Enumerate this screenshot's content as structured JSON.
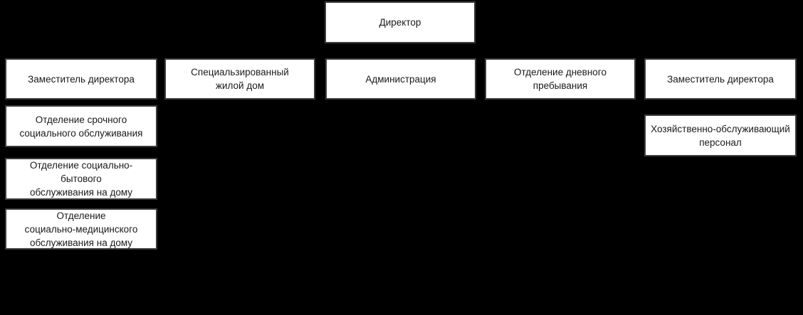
{
  "diagram": {
    "type": "org-chart",
    "colors": {
      "background": "#000000",
      "box_fill": "#ffffff",
      "box_border": "#3d3d3d",
      "text": "#1a1a1a"
    },
    "nodes": {
      "director": {
        "label": "Директор"
      },
      "deputy_left": {
        "label": "Заместитель директора"
      },
      "specialized_house": {
        "label": "Специальзированный\nжилой дом"
      },
      "administration": {
        "label": "Администрация"
      },
      "day_stay": {
        "label": "Отделение дневного\nпребывания"
      },
      "deputy_right": {
        "label": "Заместитель директора"
      },
      "urgent_social": {
        "label": "Отделение срочного\nсоциального обслуживания"
      },
      "social_household": {
        "label": "Отделение социально-бытового\nобслуживания на дому"
      },
      "social_medical": {
        "label": "Отделение\nсоциально-медицинского\nобслуживания на дому"
      },
      "maintenance_staff": {
        "label": "Хозяйственно-обслуживающий\nперсонал"
      }
    },
    "hierarchy": {
      "root": "director",
      "director_children": [
        "deputy_left",
        "specialized_house",
        "administration",
        "day_stay",
        "deputy_right"
      ],
      "deputy_left_children": [
        "urgent_social",
        "social_household",
        "social_medical"
      ],
      "deputy_right_children": [
        "maintenance_staff"
      ]
    }
  }
}
